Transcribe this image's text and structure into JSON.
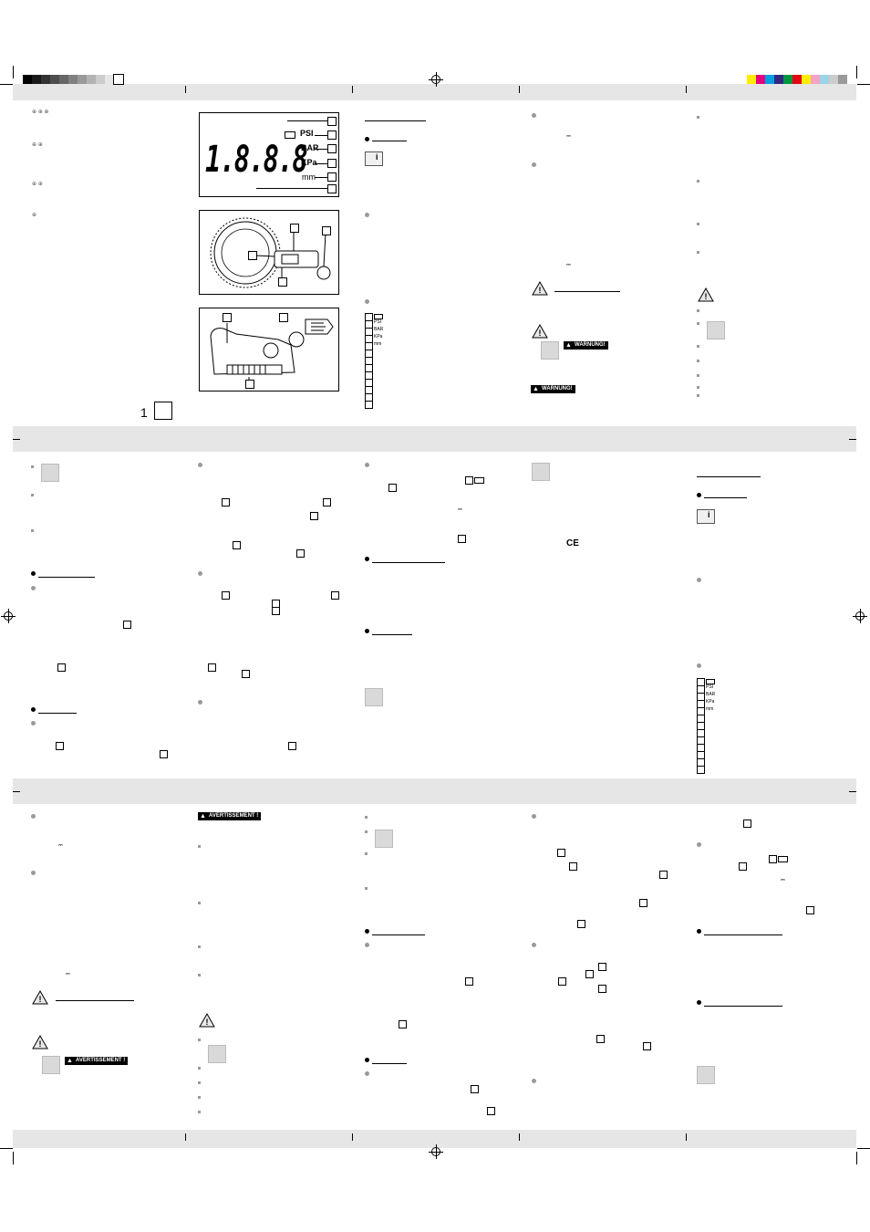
{
  "page": {
    "figure_number": "1",
    "lang_codes": [
      "⊕ ⊕ ⊕",
      "⊕ ⊕",
      "⊕ ⊕",
      "⊕"
    ]
  },
  "lcd": {
    "digits": "1.8.8.8",
    "labels": [
      "PSI",
      "BAR",
      "KPa",
      "mm"
    ]
  },
  "legend": {
    "units": [
      "PSI",
      "BAR",
      "KPa",
      "mm"
    ]
  },
  "warnings": {
    "de": "WARNUNG!",
    "fr": "AVERTISSEMENT !"
  },
  "colors": {
    "band": "#e6e6e6",
    "swatches_left": [
      "#000000",
      "#1a1a1a",
      "#333333",
      "#4d4d4d",
      "#666666",
      "#808080",
      "#999999",
      "#b3b3b3",
      "#cccccc",
      "#e6e6e6",
      "#ffffff"
    ],
    "swatches_right": [
      "#ffed00",
      "#e6007e",
      "#009fe3",
      "#312783",
      "#009640",
      "#e30613",
      "#ffed00",
      "#f5a3c7",
      "#9bd3e8",
      "#cccccc",
      "#999999"
    ]
  },
  "icons": {
    "info": "info-manual-icon",
    "warning": "warning-triangle-icon",
    "hazard": "hazard-triangle-icon",
    "no_child": "child-warning-icon",
    "weee": "crossed-bin-icon",
    "ce": "CE"
  }
}
